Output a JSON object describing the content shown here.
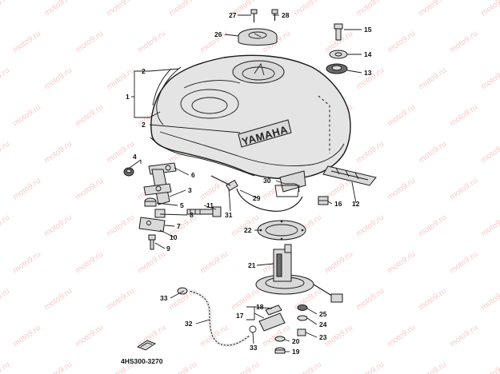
{
  "watermark": "moto9.ru",
  "tank_brand": "YAMAHA",
  "diagram_code": "4HS300-3270",
  "callouts": {
    "c1": "1",
    "c2a": "2",
    "c2b": "2",
    "c3": "3",
    "c4": "4",
    "c5": "5",
    "c6": "6",
    "c7": "7",
    "c8": "8",
    "c9": "9",
    "c10": "10",
    "c11": "11",
    "c12": "12",
    "c13": "13",
    "c14": "14",
    "c15": "15",
    "c16": "16",
    "c17": "17",
    "c18": "18",
    "c19": "19",
    "c20": "20",
    "c21": "21",
    "c22": "22",
    "c23": "23",
    "c24": "24",
    "c25": "25",
    "c26": "26",
    "c27": "27",
    "c28": "28",
    "c29": "29",
    "c30": "30",
    "c31": "31",
    "c32": "32",
    "c33a": "33",
    "c33b": "33"
  }
}
